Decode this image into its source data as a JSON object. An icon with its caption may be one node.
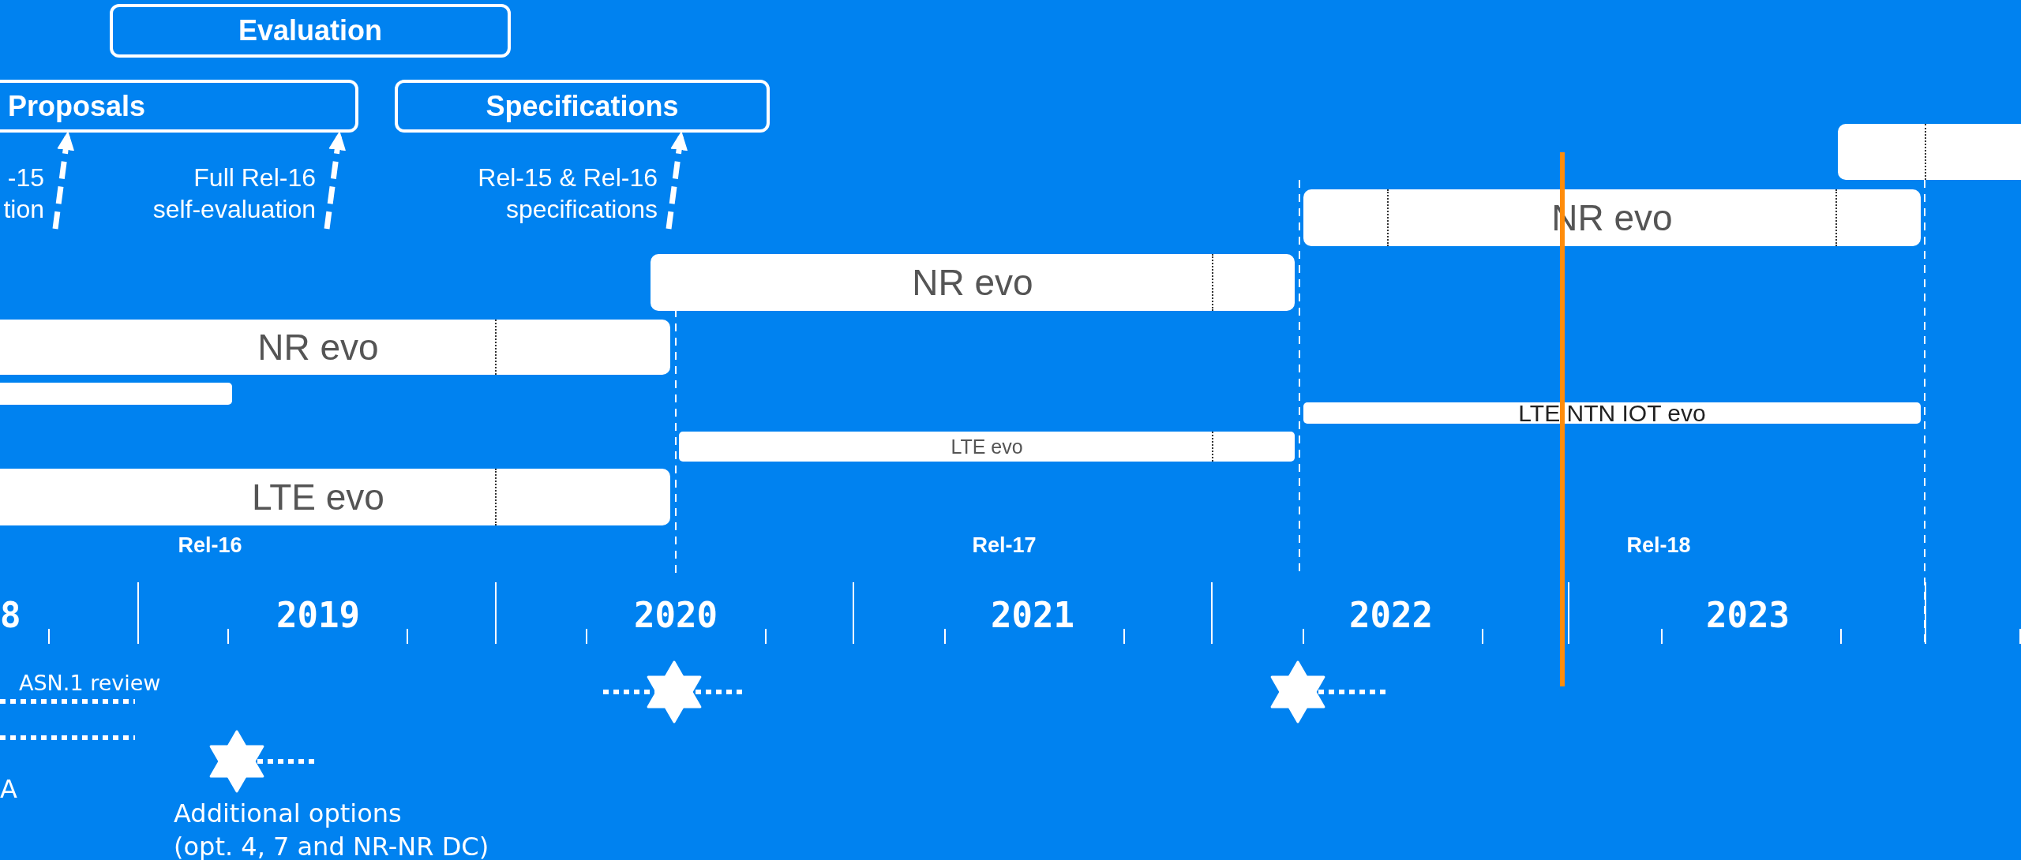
{
  "diagram": {
    "nodes": [
      {
        "text": [
          "Evaluation"
        ]
      },
      {
        "text": [
          "Proposals"
        ]
      },
      {
        "text": [
          "Specifications"
        ]
      },
      {
        "text": [
          "-15 tion"
        ]
      },
      {
        "text": [
          "Full Rel-16 self-evaluation"
        ]
      },
      {
        "text": [
          "Rel-15 & Rel-16 specifications"
        ]
      },
      {
        "text": [],
        "shape": "bar"
      },
      {
        "text": [
          "NR evo"
        ]
      },
      {
        "text": [
          "NR evo"
        ]
      },
      {
        "text": [
          "NR evo"
        ]
      },
      {
        "text": [],
        "shape": "bar"
      },
      {
        "text": [
          "LTE NTN IOT evo"
        ]
      },
      {
        "text": [
          "LTE evo"
        ]
      },
      {
        "text": [
          "LTE evo"
        ]
      }
    ],
    "edges": [
      {
        "from": 3,
        "to": 1,
        "arrow": "to",
        "style": "dashed"
      },
      {
        "from": 4,
        "to": 1,
        "arrow": "to",
        "style": "dashed"
      },
      {
        "from": 5,
        "to": 2,
        "arrow": "to",
        "style": "dashed"
      }
    ],
    "labels": [
      "Rel-16",
      "Rel-17",
      "Rel-18",
      "8",
      "2019",
      "2020",
      "2021",
      "2022",
      "2023",
      "ASN.1 review",
      "A",
      "Additional options (opt. 4, 7 and NR-NR DC)"
    ]
  }
}
